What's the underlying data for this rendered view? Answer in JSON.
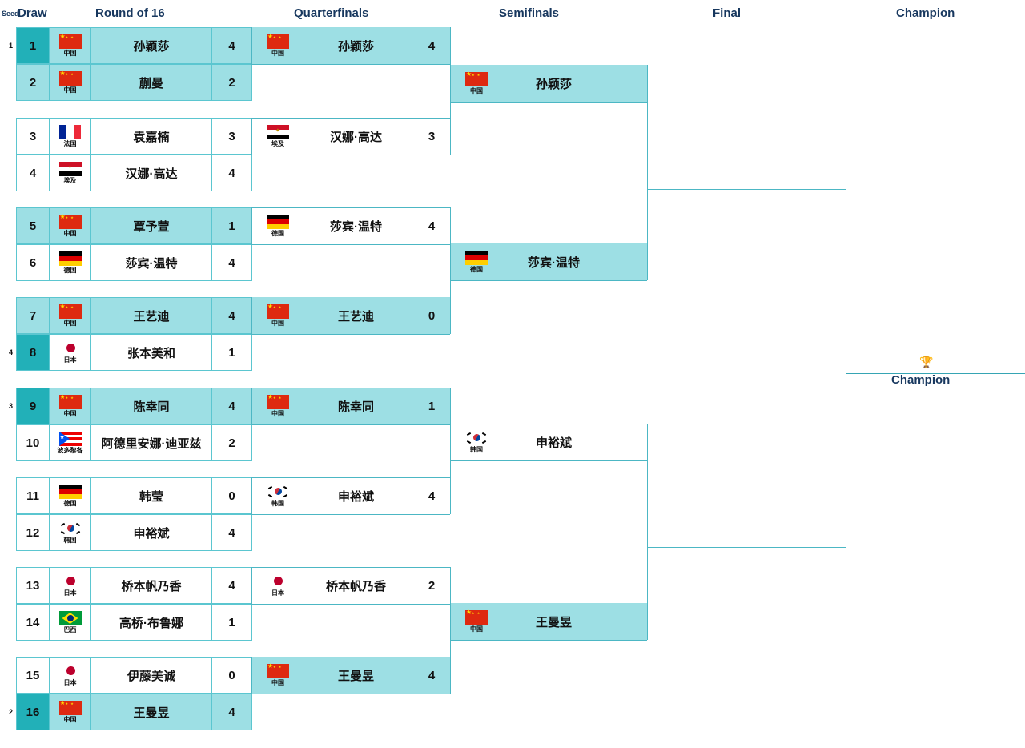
{
  "headers": {
    "seed": "Seed",
    "draw": "Draw",
    "round_of_16": "Round of 16",
    "quarterfinals": "Quarterfinals",
    "semifinals": "Semifinals",
    "final": "Final",
    "champion": "Champion"
  },
  "colors": {
    "header_text": "#17375e",
    "border": "#5bc6d0",
    "highlight": "#9ddfe4",
    "seed_cell": "#22b0b8",
    "connector": "#4cb7c4"
  },
  "champion": {
    "label": "Champion",
    "trophy_icon": "trophy-icon"
  },
  "countries": {
    "cn": "中国",
    "fr": "法国",
    "eg": "埃及",
    "de": "德国",
    "jp": "日本",
    "kr": "韩国",
    "pr": "波多黎各",
    "br": "巴西"
  },
  "round_of_16": [
    {
      "draw": "1",
      "seed": "1",
      "country": "中国",
      "flag": "cn-flag-icon",
      "name": "孙颖莎",
      "score": "4",
      "highlight": true,
      "seeded": true
    },
    {
      "draw": "2",
      "seed": "",
      "country": "中国",
      "flag": "cn-flag-icon",
      "name": "蒯曼",
      "score": "2",
      "highlight": true,
      "seeded": false
    },
    {
      "draw": "3",
      "seed": "",
      "country": "法国",
      "flag": "fr-flag-icon",
      "name": "袁嘉楠",
      "score": "3",
      "highlight": false,
      "seeded": false
    },
    {
      "draw": "4",
      "seed": "",
      "country": "埃及",
      "flag": "eg-flag-icon",
      "name": "汉娜·高达",
      "score": "4",
      "highlight": false,
      "seeded": false
    },
    {
      "draw": "5",
      "seed": "",
      "country": "中国",
      "flag": "cn-flag-icon",
      "name": "覃予萱",
      "score": "1",
      "highlight": true,
      "seeded": false
    },
    {
      "draw": "6",
      "seed": "",
      "country": "德国",
      "flag": "de-flag-icon",
      "name": "莎宾·温特",
      "score": "4",
      "highlight": false,
      "seeded": false
    },
    {
      "draw": "7",
      "seed": "",
      "country": "中国",
      "flag": "cn-flag-icon",
      "name": "王艺迪",
      "score": "4",
      "highlight": true,
      "seeded": false
    },
    {
      "draw": "8",
      "seed": "4",
      "country": "日本",
      "flag": "jp-flag-icon",
      "name": "张本美和",
      "score": "1",
      "highlight": false,
      "seeded": true
    },
    {
      "draw": "9",
      "seed": "3",
      "country": "中国",
      "flag": "cn-flag-icon",
      "name": "陈幸同",
      "score": "4",
      "highlight": true,
      "seeded": true
    },
    {
      "draw": "10",
      "seed": "",
      "country": "波多黎各",
      "flag": "pr-flag-icon",
      "name": "阿德里安娜·迪亚兹",
      "score": "2",
      "highlight": false,
      "seeded": false
    },
    {
      "draw": "11",
      "seed": "",
      "country": "德国",
      "flag": "de-flag-icon",
      "name": "韩莹",
      "score": "0",
      "highlight": false,
      "seeded": false
    },
    {
      "draw": "12",
      "seed": "",
      "country": "韩国",
      "flag": "kr-flag-icon",
      "name": "申裕斌",
      "score": "4",
      "highlight": false,
      "seeded": false
    },
    {
      "draw": "13",
      "seed": "",
      "country": "日本",
      "flag": "jp-flag-icon",
      "name": "桥本帆乃香",
      "score": "4",
      "highlight": false,
      "seeded": false
    },
    {
      "draw": "14",
      "seed": "",
      "country": "巴西",
      "flag": "br-flag-icon",
      "name": "高桥·布鲁娜",
      "score": "1",
      "highlight": false,
      "seeded": false
    },
    {
      "draw": "15",
      "seed": "",
      "country": "日本",
      "flag": "jp-flag-icon",
      "name": "伊藤美诚",
      "score": "0",
      "highlight": false,
      "seeded": false
    },
    {
      "draw": "16",
      "seed": "2",
      "country": "中国",
      "flag": "cn-flag-icon",
      "name": "王曼昱",
      "score": "4",
      "highlight": true,
      "seeded": true
    }
  ],
  "quarterfinals": [
    {
      "country": "中国",
      "flag": "cn-flag-icon",
      "name": "孙颖莎",
      "score": "4",
      "highlight": true
    },
    {
      "country": "埃及",
      "flag": "eg-flag-icon",
      "name": "汉娜·高达",
      "score": "3",
      "highlight": false
    },
    {
      "country": "德国",
      "flag": "de-flag-icon",
      "name": "莎宾·温特",
      "score": "4",
      "highlight": false
    },
    {
      "country": "中国",
      "flag": "cn-flag-icon",
      "name": "王艺迪",
      "score": "0",
      "highlight": true
    },
    {
      "country": "中国",
      "flag": "cn-flag-icon",
      "name": "陈幸同",
      "score": "1",
      "highlight": true
    },
    {
      "country": "韩国",
      "flag": "kr-flag-icon",
      "name": "申裕斌",
      "score": "4",
      "highlight": false
    },
    {
      "country": "日本",
      "flag": "jp-flag-icon",
      "name": "桥本帆乃香",
      "score": "2",
      "highlight": false
    },
    {
      "country": "中国",
      "flag": "cn-flag-icon",
      "name": "王曼昱",
      "score": "4",
      "highlight": true
    }
  ],
  "semifinals": [
    {
      "country": "中国",
      "flag": "cn-flag-icon",
      "name": "孙颖莎",
      "score": "",
      "highlight": true
    },
    {
      "country": "德国",
      "flag": "de-flag-icon",
      "name": "莎宾·温特",
      "score": "",
      "highlight": true
    },
    {
      "country": "韩国",
      "flag": "kr-flag-icon",
      "name": "申裕斌",
      "score": "",
      "highlight": false
    },
    {
      "country": "中国",
      "flag": "cn-flag-icon",
      "name": "王曼昱",
      "score": "",
      "highlight": true
    }
  ]
}
